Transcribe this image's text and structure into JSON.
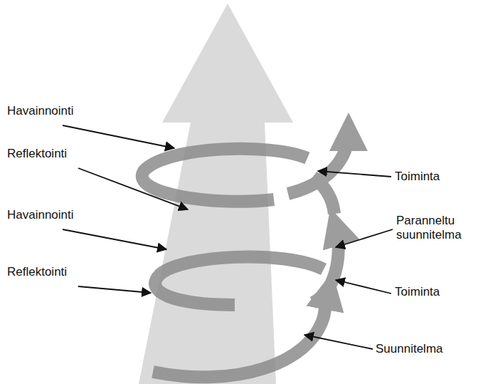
{
  "diagram": {
    "labels": [
      "Havainnointi",
      "Reflektointi",
      "Havainnointi",
      "Reflektointi",
      "Toiminta",
      "Paranneltu suunnitelma",
      "Toiminta",
      "Suunnitelma"
    ]
  }
}
